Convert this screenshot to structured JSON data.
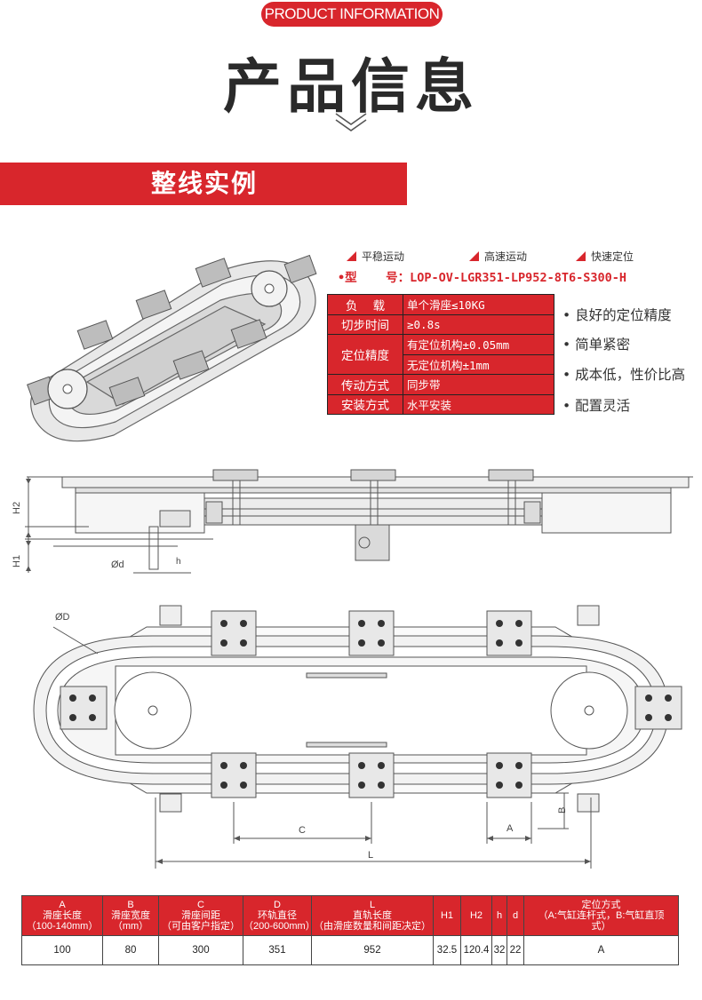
{
  "header": {
    "pill": "PRODUCT INFORMATION",
    "title": "产品信息",
    "section": "整线实例"
  },
  "features": [
    "平稳运动",
    "高速运动",
    "快速定位"
  ],
  "model": {
    "label": "•型    号：",
    "value": "LOP-OV-LGR351-LP952-8T6-S300-H"
  },
  "spec": {
    "load_key": "负    载",
    "load_val": "单个滑座≤10KG",
    "switch_key": "切步时间",
    "switch_val": "≥0.8s",
    "pos_key": "定位精度",
    "pos_val_1": "有定位机构±0.05mm",
    "pos_val_2": "无定位机构±1mm",
    "drive_key": "传动方式",
    "drive_val": "同步带",
    "mount_key": "安装方式",
    "mount_val": "水平安装"
  },
  "bullets": [
    "• 良好的定位精度",
    "• 简单紧密",
    "• 成本低，性价比高",
    "• 配置灵活"
  ],
  "drawing_labels": {
    "h2": "H2",
    "h1": "H1",
    "d_small": "Ød",
    "h": "h",
    "d_big": "ØD",
    "c": "C",
    "a": "A",
    "l": "L",
    "b": "B"
  },
  "dimension_table": {
    "h_a_1": "A",
    "h_a_2": "滑座长度",
    "h_a_3": "（100-140mm）",
    "h_b_1": "B",
    "h_b_2": "滑座宽度",
    "h_b_3": "（mm）",
    "h_c_1": "C",
    "h_c_2": "滑座间距",
    "h_c_3": "（可由客户指定）",
    "h_d_1": "D",
    "h_d_2": "环轨直径",
    "h_d_3": "（200-600mm）",
    "h_l_1": "L",
    "h_l_2": "直轨长度",
    "h_l_3": "（由滑座数量和间距决定）",
    "h_h1": "H1",
    "h_h2": "H2",
    "h_h": "h",
    "h_dd": "d",
    "h_pos_1": "定位方式",
    "h_pos_2": "（A:气缸连杆式，B:气缸直顶",
    "h_pos_3": "式）",
    "v_a": "100",
    "v_b": "80",
    "v_c": "300",
    "v_d": "351",
    "v_l": "952",
    "v_h1": "32.5",
    "v_h2": "120.4",
    "v_h": "32",
    "v_dd": "22",
    "v_pos": "A"
  },
  "colors": {
    "accent": "#d8262c",
    "text": "#2a2a2a",
    "line": "#555555"
  }
}
